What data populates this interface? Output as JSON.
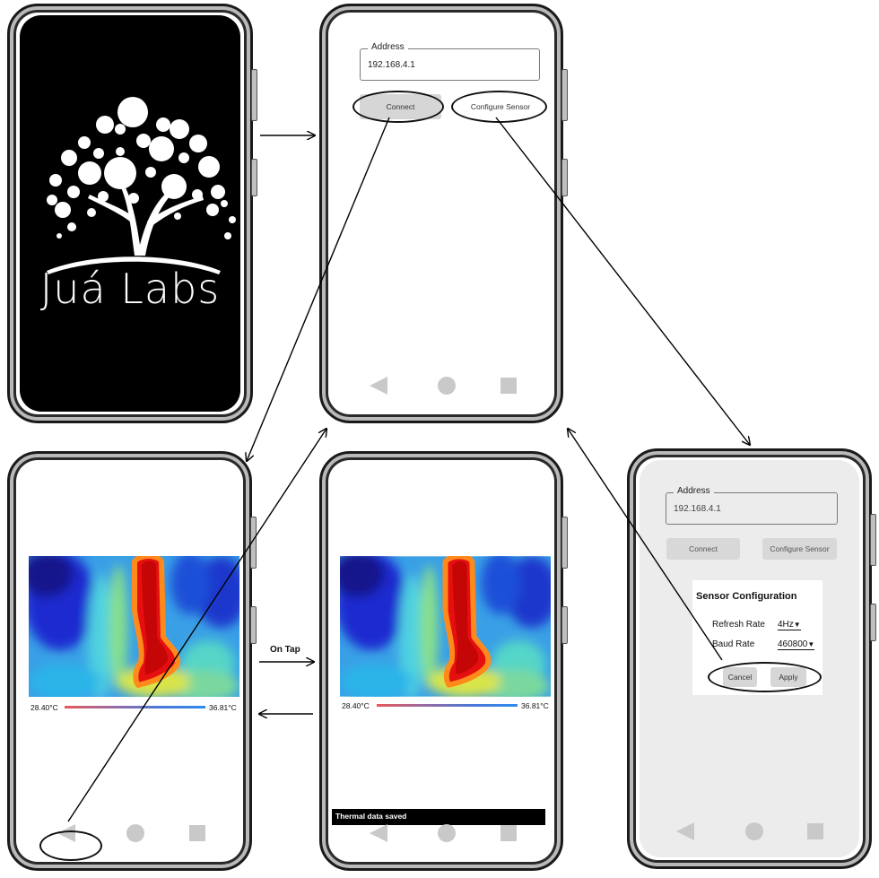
{
  "splash": {
    "brand": "Juá Labs"
  },
  "connect_screen": {
    "address_label": "Address",
    "address_value": "192.168.4.1",
    "connect_label": "Connect",
    "configure_label": "Configure Sensor"
  },
  "thermal_screen": {
    "min_temp": "28.40°C",
    "max_temp": "36.81°C"
  },
  "saved_screen": {
    "min_temp": "28.40°C",
    "max_temp": "36.81°C",
    "toast": "Thermal data saved"
  },
  "config_screen": {
    "address_label": "Address",
    "address_value": "192.168.4.1",
    "connect_label": "Connect",
    "configure_label": "Configure Sensor",
    "dialog_title": "Sensor Configuration",
    "refresh_label": "Refresh Rate",
    "refresh_value": "4Hz",
    "baud_label": "Baud Rate",
    "baud_value": "460800",
    "cancel_label": "Cancel",
    "apply_label": "Apply"
  },
  "transitions": {
    "on_tap_label": "On Tap"
  },
  "colors": {
    "scale_start": "#e8585a",
    "scale_end": "#2e8af0",
    "frame": "#1a1a1a",
    "nav": "#c9c9c9"
  }
}
